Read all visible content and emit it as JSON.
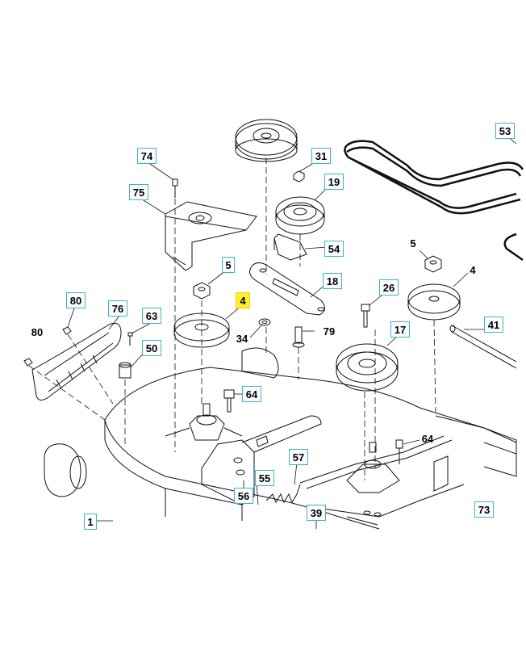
{
  "diagram": {
    "accent_box_color": "#39b3d4",
    "highlight_color": "#ffee33",
    "line_color": "#111111",
    "callouts": [
      {
        "id": "c53",
        "label": "53",
        "style": "boxed"
      },
      {
        "id": "c74",
        "label": "74",
        "style": "boxed"
      },
      {
        "id": "c31",
        "label": "31",
        "style": "boxed"
      },
      {
        "id": "c75",
        "label": "75",
        "style": "boxed"
      },
      {
        "id": "c19",
        "label": "19",
        "style": "boxed"
      },
      {
        "id": "c54",
        "label": "54",
        "style": "boxed"
      },
      {
        "id": "c5a",
        "label": "5",
        "style": "plain"
      },
      {
        "id": "c5b",
        "label": "5",
        "style": "boxed"
      },
      {
        "id": "c4a",
        "label": "4",
        "style": "plain"
      },
      {
        "id": "c18",
        "label": "18",
        "style": "boxed"
      },
      {
        "id": "c26",
        "label": "26",
        "style": "boxed"
      },
      {
        "id": "c80a",
        "label": "80",
        "style": "boxed"
      },
      {
        "id": "c76",
        "label": "76",
        "style": "boxed"
      },
      {
        "id": "c4b",
        "label": "4",
        "style": "highlight"
      },
      {
        "id": "c63",
        "label": "63",
        "style": "boxed"
      },
      {
        "id": "c41",
        "label": "41",
        "style": "boxed"
      },
      {
        "id": "c80b",
        "label": "80",
        "style": "plain"
      },
      {
        "id": "c34",
        "label": "34",
        "style": "plain"
      },
      {
        "id": "c79",
        "label": "79",
        "style": "plain"
      },
      {
        "id": "c17",
        "label": "17",
        "style": "boxed"
      },
      {
        "id": "c50",
        "label": "50",
        "style": "boxed"
      },
      {
        "id": "c64a",
        "label": "64",
        "style": "boxed"
      },
      {
        "id": "c64b",
        "label": "64",
        "style": "plain"
      },
      {
        "id": "c57",
        "label": "57",
        "style": "boxed"
      },
      {
        "id": "c55",
        "label": "55",
        "style": "boxed"
      },
      {
        "id": "c56",
        "label": "56",
        "style": "boxed"
      },
      {
        "id": "c39",
        "label": "39",
        "style": "boxed"
      },
      {
        "id": "c73",
        "label": "73",
        "style": "boxed"
      },
      {
        "id": "c1",
        "label": "1",
        "style": "boxed"
      }
    ]
  }
}
